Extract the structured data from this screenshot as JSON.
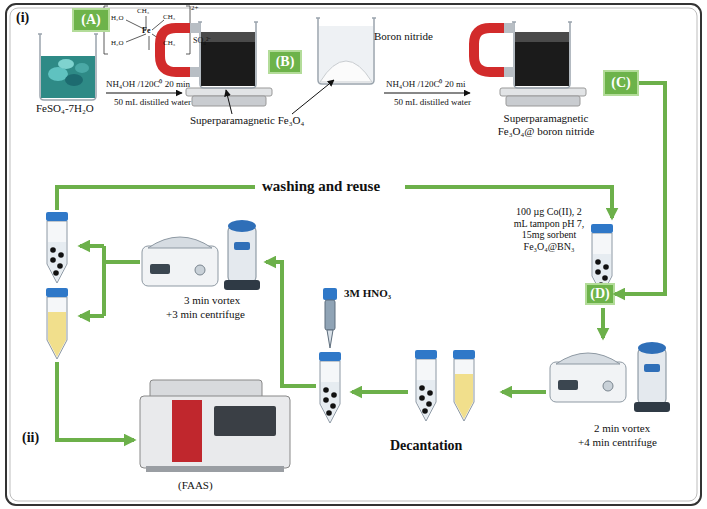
{
  "diagram": {
    "nodes": [
      {
        "text": [
          "(A)"
        ]
      },
      {
        "text": [
          "(B)"
        ]
      },
      {
        "text": [
          "(C)"
        ]
      },
      {
        "text": [
          "(D)"
        ]
      }
    ],
    "edges": [
      {
        "from": 2,
        "to": 3,
        "arrow": "to"
      }
    ],
    "labels": [
      "(i)",
      "H₂O",
      "CH₃",
      "CH₃",
      "H₂O",
      "Fe",
      "CH₃",
      "2+",
      "SO₄²⁻",
      "FeSO₄-7H₂O",
      "NH₄OH /120C⁰ 20 min",
      "50 mL distilled water",
      "Superparamagnetic Fe₃O₄",
      "Boron nitride",
      "NH₄OH /120C⁰ 20 mi",
      "50 mL distilled water",
      "Superparamagnetic Fe₃O₄@ boron nitride",
      "washing and reuse",
      "100 µg Co(II), 2 mL tampon pH 7, 15mg sorbent Fe₃O₄@BN₃",
      "3 min vortex",
      "+3 min centrifuge",
      "3M HNO₃",
      "2 min vortex",
      "+4 min centrifuge",
      "Decantation",
      "(FAAS)",
      "(ii)"
    ]
  }
}
